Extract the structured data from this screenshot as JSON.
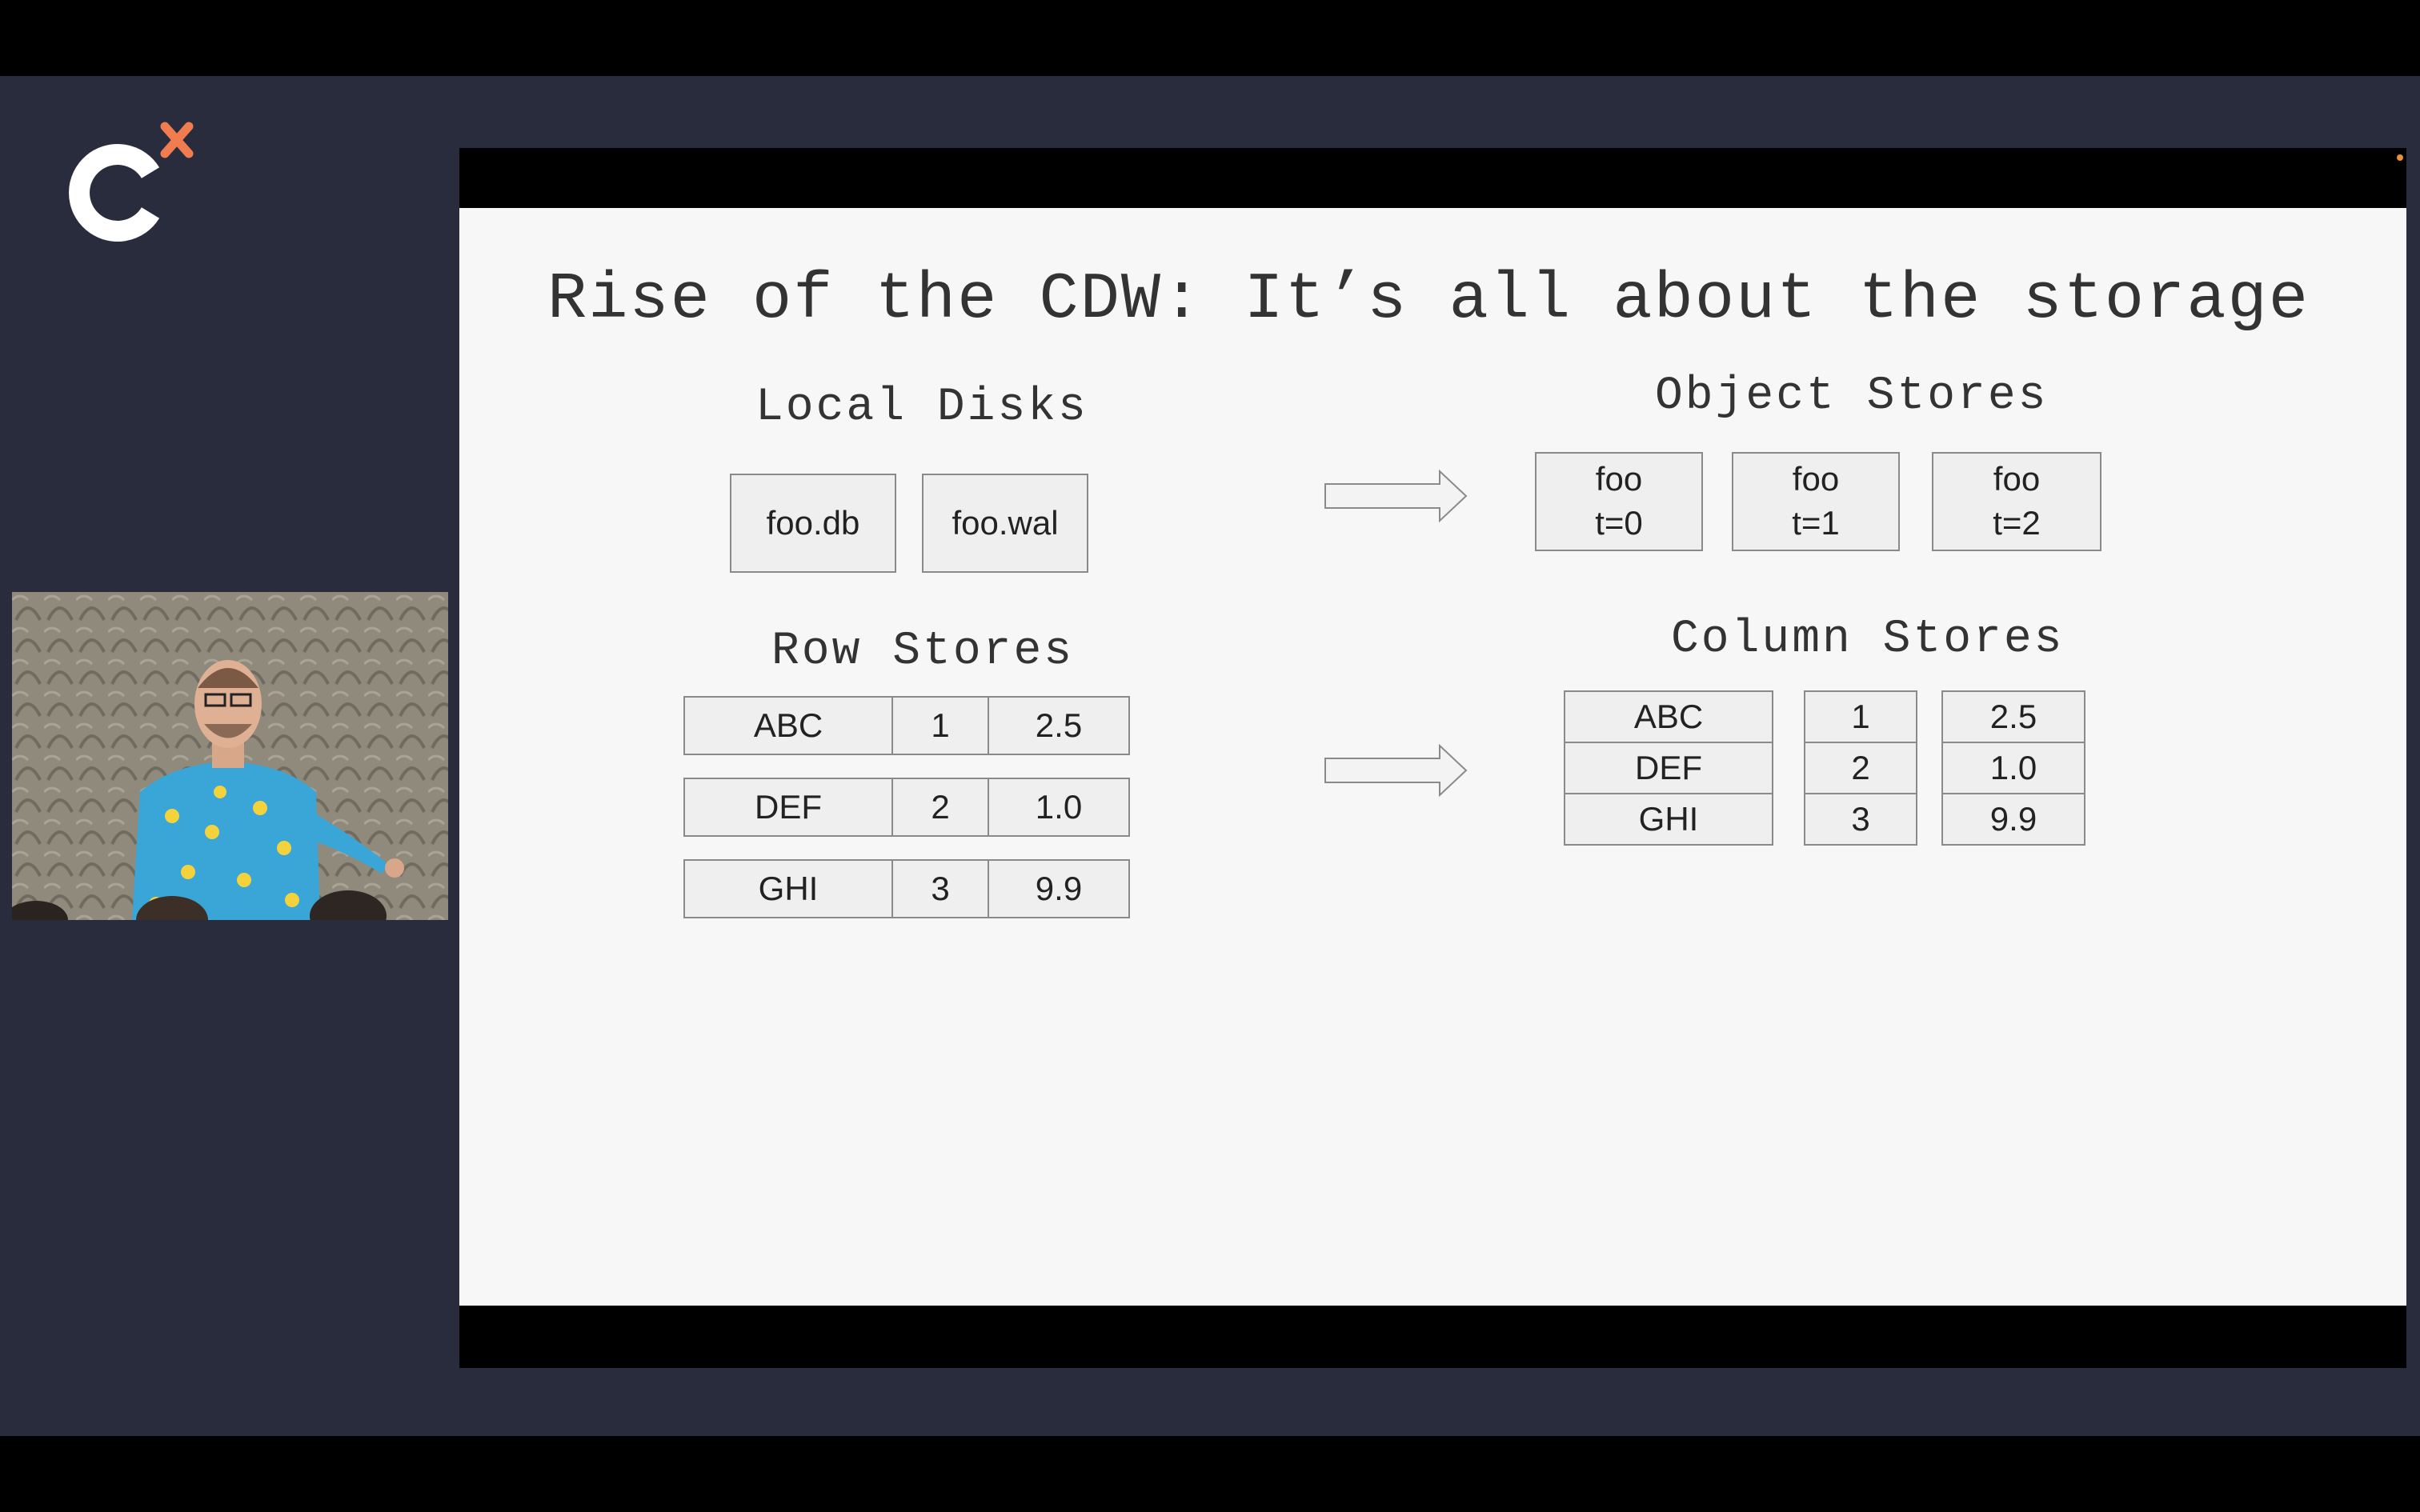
{
  "slide": {
    "title": "Rise of the CDW: It’s all about the storage",
    "local_disks": {
      "heading": "Local Disks",
      "files": [
        "foo.db",
        "foo.wal"
      ]
    },
    "object_stores": {
      "heading": "Object Stores",
      "objects": [
        "foo\nt=0",
        "foo\nt=1",
        "foo\nt=2"
      ]
    },
    "row_stores": {
      "heading": "Row Stores",
      "rows": [
        [
          "ABC",
          "1",
          "2.5"
        ],
        [
          "DEF",
          "2",
          "1.0"
        ],
        [
          "GHI",
          "3",
          "9.9"
        ]
      ]
    },
    "column_stores": {
      "heading": "Column Stores",
      "columns": [
        [
          "ABC",
          "DEF",
          "GHI"
        ],
        [
          "1",
          "2",
          "3"
        ],
        [
          "2.5",
          "1.0",
          "9.9"
        ]
      ]
    }
  },
  "branding": {
    "logo_icon": "c-plus-logo",
    "accent_color": "#f07c4f"
  },
  "colors": {
    "background": "#282c3d",
    "slide_bg": "#f7f7f7",
    "box_fill": "#efefef",
    "box_border": "#8a8a8a"
  }
}
